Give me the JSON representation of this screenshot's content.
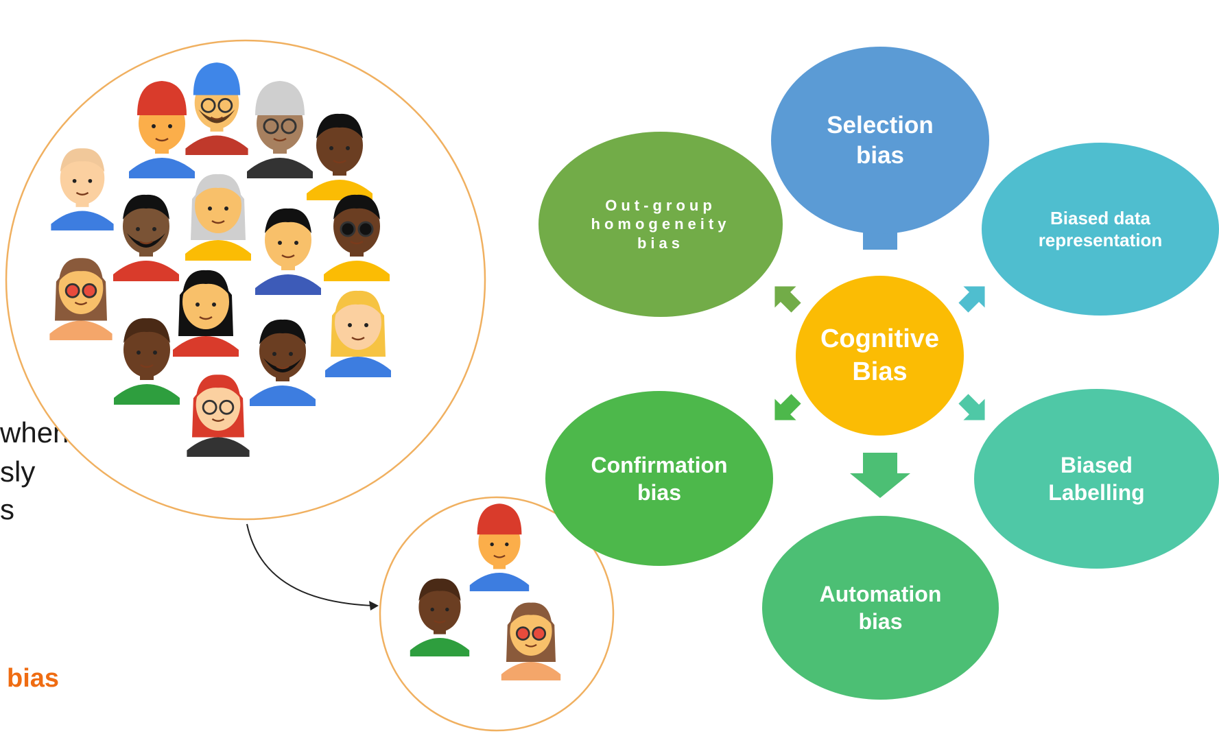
{
  "side_text": [
    "when",
    "sly",
    "s"
  ],
  "side_highlight": "bias",
  "diagram": {
    "center": {
      "label": "Cognitive\nBias",
      "color": "#fbbc04"
    },
    "nodes": [
      {
        "id": "selection",
        "label": "Selection\nbias",
        "color": "#5b9bd5"
      },
      {
        "id": "biased-data",
        "label": "Biased data\nrepresentation",
        "color": "#4fbecf"
      },
      {
        "id": "biased-labelling",
        "label": "Biased\nLabelling",
        "color": "#4fc8a6"
      },
      {
        "id": "automation",
        "label": "Automation\nbias",
        "color": "#4cbf74"
      },
      {
        "id": "confirmation",
        "label": "Confirmation\nbias",
        "color": "#4db84b"
      },
      {
        "id": "outgroup",
        "label": "Out-group\nhomogeneity\nbias",
        "color": "#72ac48"
      }
    ]
  },
  "people": {
    "ring_color": "#f0b060",
    "arrow_color": "#222222"
  },
  "icons": [
    "people-group-icon",
    "small-people-group-icon"
  ]
}
